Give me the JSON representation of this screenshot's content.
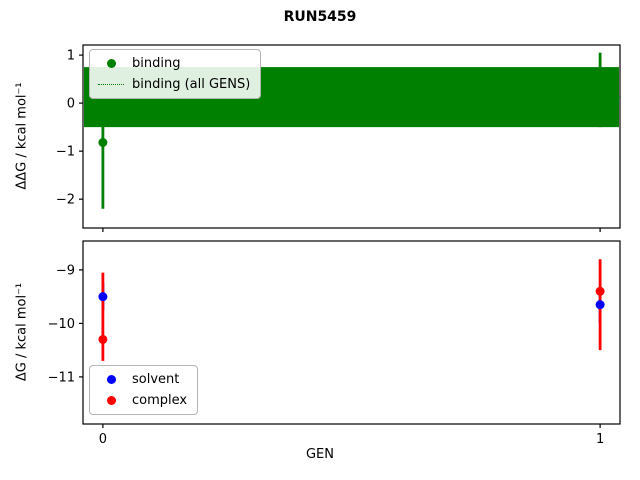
{
  "chart_data": {
    "type": "errorbar",
    "title": "RUN5459",
    "xlabel": "GEN",
    "xlim": [
      -0.04,
      1.04
    ],
    "xticks": [
      {
        "v": 0,
        "label": "0"
      },
      {
        "v": 1,
        "label": "1"
      }
    ],
    "subplots": [
      {
        "ylabel": "ΔΔG / kcal mol⁻¹",
        "ylim": [
          -2.6,
          1.21
        ],
        "yticks": [
          {
            "v": 1,
            "label": "1"
          },
          {
            "v": 0,
            "label": "0"
          },
          {
            "v": -1,
            "label": "−1"
          },
          {
            "v": -2,
            "label": "−2"
          }
        ],
        "series": [
          {
            "name": "binding",
            "color": "#008000",
            "points": [
              {
                "x": 0,
                "y": -0.82,
                "lo": -2.2,
                "hi": 0.55
              },
              {
                "x": 1,
                "y": 0.28,
                "lo": -0.5,
                "hi": 1.05
              }
            ]
          }
        ],
        "band": {
          "name": "binding (all GENS)",
          "lo": -0.5,
          "hi": 0.75,
          "center": 0.12,
          "color": "#008000"
        },
        "legend": [
          {
            "label": "binding",
            "marker": "dot"
          },
          {
            "label": "binding (all GENS)",
            "marker": "dotted-line"
          }
        ]
      },
      {
        "ylabel": "ΔG / kcal mol⁻¹",
        "ylim": [
          -11.88,
          -8.46
        ],
        "yticks": [
          {
            "v": -9,
            "label": "−9"
          },
          {
            "v": -10,
            "label": "−10"
          },
          {
            "v": -11,
            "label": "−11"
          }
        ],
        "series": [
          {
            "name": "solvent",
            "color": "#0000ff",
            "points": [
              {
                "x": 0,
                "y": -9.5,
                "lo": -9.75,
                "hi": -9.25
              },
              {
                "x": 1,
                "y": -9.65,
                "lo": -10.0,
                "hi": -9.35
              }
            ]
          },
          {
            "name": "complex",
            "color": "#ff0000",
            "points": [
              {
                "x": 0,
                "y": -10.3,
                "lo": -10.7,
                "hi": -9.05
              },
              {
                "x": 1,
                "y": -9.4,
                "lo": -10.5,
                "hi": -8.8
              }
            ]
          }
        ],
        "legend": [
          {
            "label": "solvent",
            "marker": "dot"
          },
          {
            "label": "complex",
            "marker": "dot"
          }
        ]
      }
    ]
  }
}
